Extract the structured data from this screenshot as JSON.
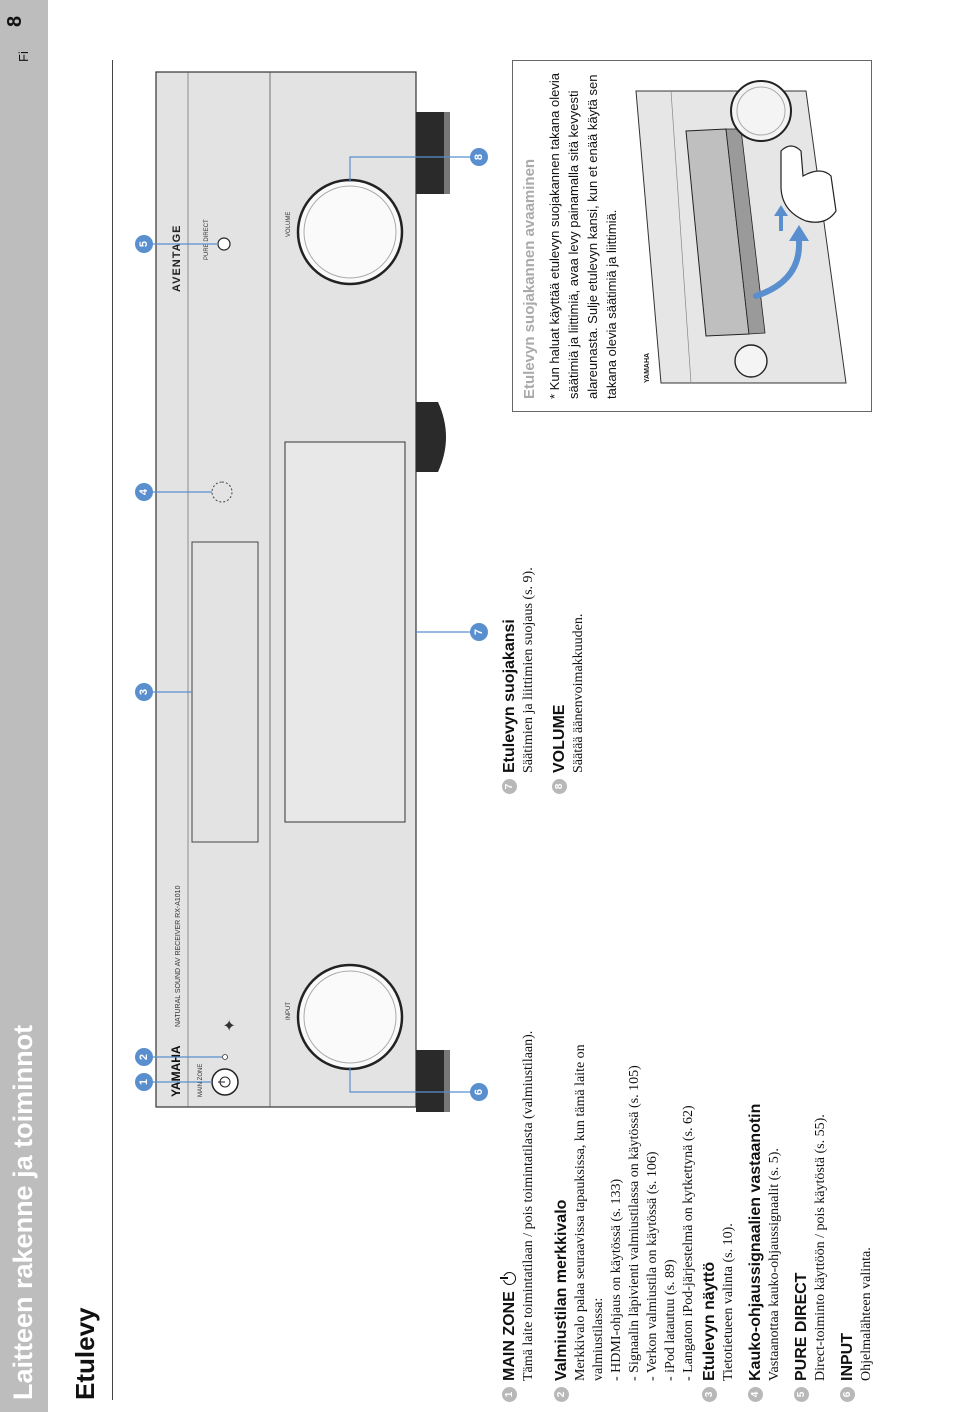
{
  "header": {
    "chapter_title": "Laitteen rakenne ja toiminnot",
    "page_number": "8",
    "language": "Fi"
  },
  "section": {
    "title": "Etulevy"
  },
  "panel": {
    "brand": "YAMAHA",
    "model_text": "NATURAL SOUND AV RECEIVER RX-A1010",
    "series_logo": "AVENTAGE",
    "main_zone_label": "MAIN ZONE",
    "input_label": "INPUT",
    "pure_direct_label": "PURE DIRECT",
    "volume_label": "VOLUME",
    "callouts": [
      "1",
      "2",
      "3",
      "4",
      "5",
      "6",
      "7",
      "8"
    ]
  },
  "items": [
    {
      "num": "1",
      "title": "MAIN ZONE",
      "desc": [
        "Tämä laite toimintatilaan / pois toimintatilasta (valmiustilaan)."
      ]
    },
    {
      "num": "2",
      "title": "Valmiustilan merkkivalo",
      "desc": [
        "Merkkivalo palaa seuraavissa tapauksissa, kun tämä laite on",
        "valmiustilassa:",
        "- HDMI-ohjaus on käytössä (s. 133)",
        "- Signaalin läpivienti valmiustilassa on käytössä (s. 105)",
        "- Verkon valmiustila on käytössä (s. 106)",
        "- iPod latautuu (s. 89)",
        "- Langaton iPod-järjestelmä on kytkettynä (s. 62)"
      ]
    },
    {
      "num": "3",
      "title": "Etulevyn näyttö",
      "desc": [
        "Tietotietueen valinta (s. 10)."
      ]
    },
    {
      "num": "4",
      "title": "Kauko-ohjaussignaalien vastaanotin",
      "desc": [
        "Vastaanottaa kauko-ohjaussignaalit (s. 5)."
      ]
    },
    {
      "num": "5",
      "title": "PURE DIRECT",
      "desc": [
        "Direct-toiminto käyttöön / pois käytöstä (s. 55)."
      ]
    },
    {
      "num": "6",
      "title": "INPUT",
      "desc": [
        "Ohjelmalähteen valinta."
      ]
    },
    {
      "num": "7",
      "title": "Etulevyn suojakansi",
      "desc": [
        "Säätimien ja liittimien suojaus (s. 9)."
      ]
    },
    {
      "num": "8",
      "title": "VOLUME",
      "desc": [
        "Säätää äänenvoimakkuuden."
      ]
    }
  ],
  "tip": {
    "title": "Etulevyn suojakannen avaaminen",
    "text": "* Kun haluat käyttää etulevyn suojakannen takana olevia säätimiä ja liittimiä, avaa levy painamalla sitä kevyesti alareunasta. Sulje etulevyn kansi, kun et enää käytä sen takana olevia säätimiä ja liittimiä.",
    "unit_brand": "YAMAHA"
  },
  "colors": {
    "header_bar": "#bdbdbd",
    "callout_blue": "#5a8fcf",
    "panel_fill": "#e3e3e3",
    "tip_title": "#aaaaaa"
  }
}
